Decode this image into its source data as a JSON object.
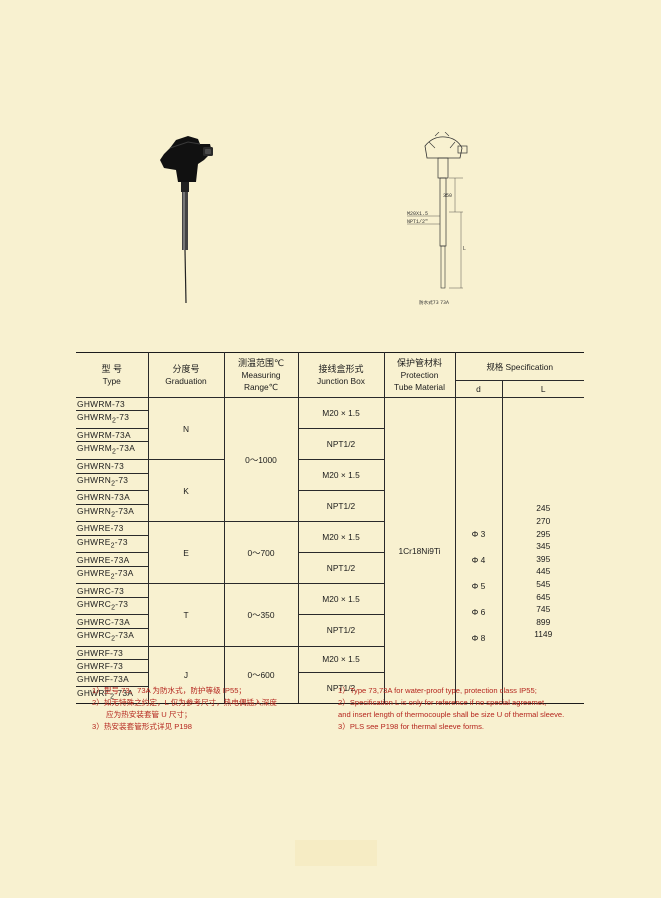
{
  "drawing": {
    "dim_top": "350",
    "thread_label": "M20X1.5",
    "npt_label": "NPT1/2\"",
    "length_label": "L",
    "caption": "防水式73  73A"
  },
  "table": {
    "headers": {
      "type_cn": "型 号",
      "type_en": "Type",
      "graduation_cn": "分度号",
      "graduation_en": "Graduation",
      "range_cn": "测温范围℃",
      "range_en1": "Measuring",
      "range_en2": "Range℃",
      "junction_cn": "接线盒形式",
      "junction_en": "Junction Box",
      "protection_cn": "保护管材料",
      "protection_en1": "Protection",
      "protection_en2": "Tube Material",
      "spec_label": "规格  Specification",
      "spec_d": "d",
      "spec_l": "L"
    },
    "groups": [
      {
        "graduation": "N",
        "range": "0～1000",
        "rows": [
          {
            "base": "GHWRM-73",
            "sub": "",
            "tail": ""
          },
          {
            "base": "GHWRM",
            "sub": "2",
            "tail": "-73"
          },
          {
            "base": "GHWRM-73A",
            "sub": "",
            "tail": ""
          },
          {
            "base": "GHWRM",
            "sub": "2",
            "tail": "-73A"
          }
        ]
      },
      {
        "graduation": "K",
        "range": "",
        "rows": [
          {
            "base": "GHWRN-73",
            "sub": "",
            "tail": ""
          },
          {
            "base": "GHWRN",
            "sub": "2",
            "tail": "-73"
          },
          {
            "base": "GHWRN-73A",
            "sub": "",
            "tail": ""
          },
          {
            "base": "GHWRN",
            "sub": "2",
            "tail": "-73A"
          }
        ]
      },
      {
        "graduation": "E",
        "range": "0～700",
        "rows": [
          {
            "base": "GHWRE-73",
            "sub": "",
            "tail": ""
          },
          {
            "base": "GHWRE",
            "sub": "2",
            "tail": "-73"
          },
          {
            "base": "GHWRE-73A",
            "sub": "",
            "tail": ""
          },
          {
            "base": "GHWRE",
            "sub": "2",
            "tail": "-73A"
          }
        ]
      },
      {
        "graduation": "T",
        "range": "0～350",
        "rows": [
          {
            "base": "GHWRC-73",
            "sub": "",
            "tail": ""
          },
          {
            "base": "GHWRC",
            "sub": "2",
            "tail": "-73"
          },
          {
            "base": "GHWRC-73A",
            "sub": "",
            "tail": ""
          },
          {
            "base": "GHWRC",
            "sub": "2",
            "tail": "-73A"
          }
        ]
      },
      {
        "graduation": "J",
        "range": "0～600",
        "rows": [
          {
            "base": "GHWRF-73",
            "sub": "",
            "tail": ""
          },
          {
            "base": "GHWRF-73",
            "sub": "",
            "tail": ""
          },
          {
            "base": "GHWRF-73A",
            "sub": "",
            "tail": ""
          },
          {
            "base": "GHWRF",
            "sub": "2",
            "tail": "-73A"
          }
        ]
      }
    ],
    "junction_box": [
      "M20 × 1.5",
      "NPT1/2"
    ],
    "protection_material": "1Cr18Ni9Ti",
    "diameters": [
      "Φ 3",
      "Φ 4",
      "Φ 5",
      "Φ 6",
      "Φ 8"
    ],
    "lengths": [
      "245",
      "270",
      "295",
      "345",
      "395",
      "445",
      "545",
      "645",
      "745",
      "899",
      "1149"
    ]
  },
  "notes_cn": [
    "1）型号 73、73A 为防水式，防护等级 IP55；",
    "2）如无特殊之约定，L 仅为参考尺寸，热电偶插入深度",
    "应为热安装套管 U 尺寸；",
    "3）热安装套管形式详见 P198"
  ],
  "notes_en": [
    "1）Type 73,73A for water-proof type, protection class IP55;",
    "2）Specification L is only for reference if no special agreemet,",
    "and insert length of thermocouple shall be size U of thermal sleeve.",
    "3）PLS see P198 for thermal sleeve forms."
  ],
  "colors": {
    "background": "#f8f1d0",
    "note_red": "#b5261e",
    "product_black": "#111111"
  }
}
